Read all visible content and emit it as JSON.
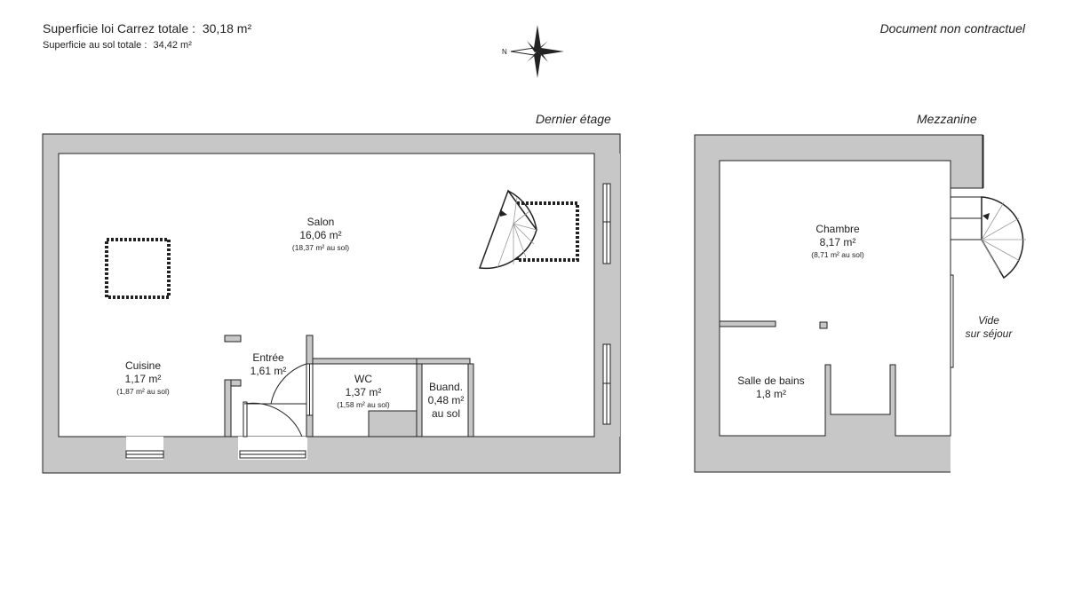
{
  "header": {
    "carrez_label": "Superficie loi Carrez totale :",
    "carrez_value": "30,18 m²",
    "ground_label": "Superficie au sol totale :",
    "ground_value": "34,42 m²",
    "disclaimer": "Document non contractuel"
  },
  "compass": {
    "north_letter": "N",
    "icon": "compass-rose-icon"
  },
  "plans": {
    "top_floor": {
      "title": "Dernier étage",
      "rooms": {
        "salon": {
          "name": "Salon",
          "area": "16,06 m²",
          "floor_area": "(18,37 m² au sol)"
        },
        "cuisine": {
          "name": "Cuisine",
          "area": "1,17 m²",
          "floor_area": "(1,87 m² au sol)"
        },
        "entree": {
          "name": "Entrée",
          "area": "1,61 m²"
        },
        "wc": {
          "name": "WC",
          "area": "1,37 m²",
          "floor_area": "(1,58 m² au sol)"
        },
        "buanderie": {
          "name": "Buand.",
          "area": "0,48 m²",
          "floor_area": "au sol"
        }
      }
    },
    "mezzanine": {
      "title": "Mezzanine",
      "rooms": {
        "chambre": {
          "name": "Chambre",
          "area": "8,17 m²",
          "floor_area": "(8,71 m² au sol)"
        },
        "salle_de_bains": {
          "name": "Salle de bains",
          "area": "1,8 m²"
        }
      },
      "void_label_1": "Vide",
      "void_label_2": "sur séjour"
    }
  },
  "colors": {
    "wall": "#c7c7c7",
    "line": "#222222",
    "background": "#ffffff"
  }
}
